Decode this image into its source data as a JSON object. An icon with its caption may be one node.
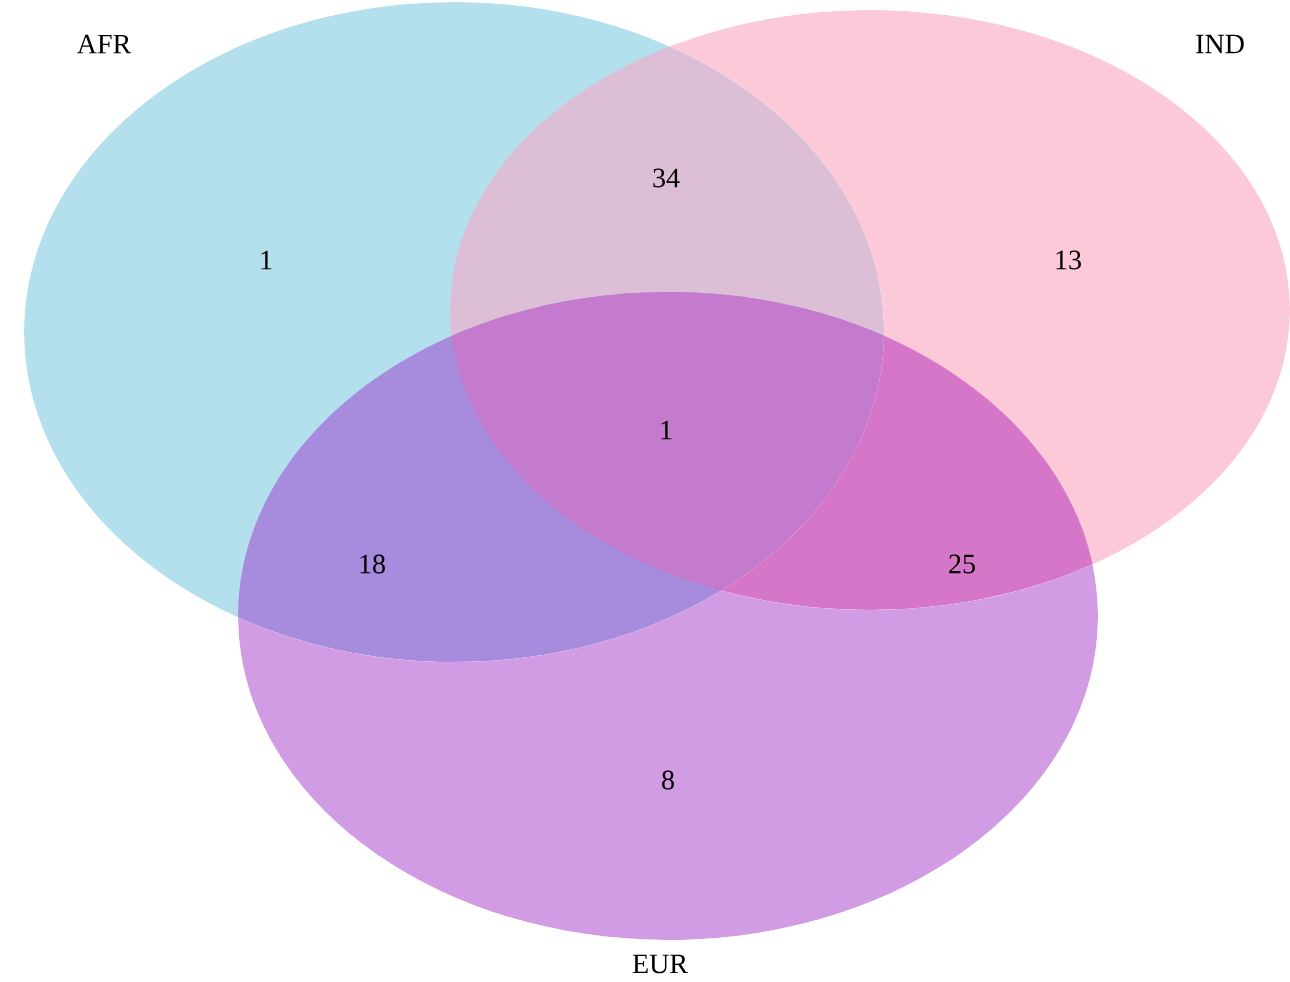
{
  "diagram": {
    "nodes": [
      {
        "text": [
          "AFR"
        ]
      },
      {
        "text": [
          "IND"
        ]
      },
      {
        "text": [
          "EUR"
        ]
      }
    ],
    "labels": [
      "34",
      "1",
      "13",
      "1",
      "18",
      "25",
      "8"
    ]
  }
}
